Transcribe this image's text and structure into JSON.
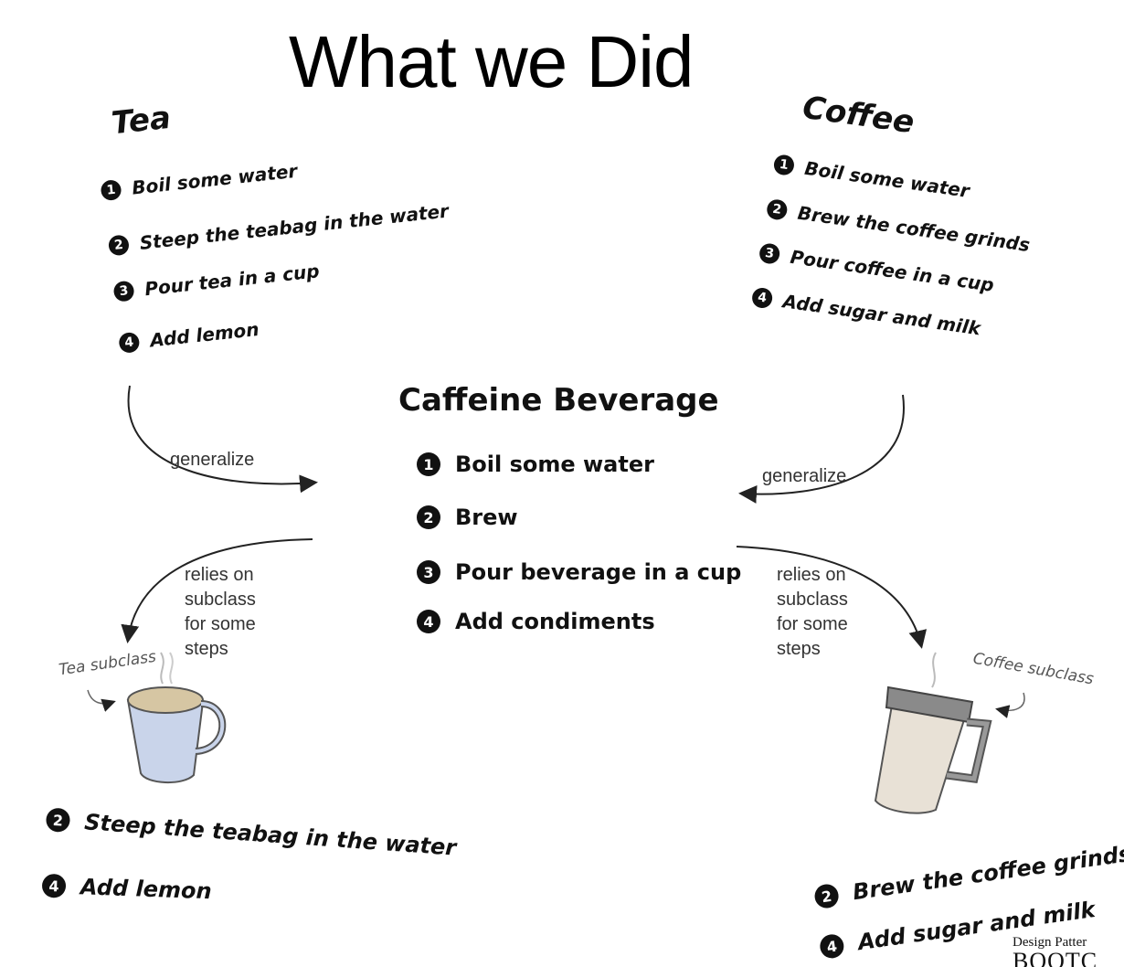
{
  "title": "What we Did",
  "tea": {
    "heading": "Tea",
    "steps": [
      {
        "num": "1",
        "text": "Boil some water"
      },
      {
        "num": "2",
        "text": "Steep the teabag in the water"
      },
      {
        "num": "3",
        "text": "Pour tea in a cup"
      },
      {
        "num": "4",
        "text": "Add lemon"
      }
    ]
  },
  "coffee": {
    "heading": "Coffee",
    "steps": [
      {
        "num": "1",
        "text": "Boil some water"
      },
      {
        "num": "2",
        "text": "Brew the coffee grinds"
      },
      {
        "num": "3",
        "text": "Pour coffee in a cup"
      },
      {
        "num": "4",
        "text": "Add sugar and milk"
      }
    ]
  },
  "caffeine": {
    "heading": "Caffeine Beverage",
    "steps": [
      {
        "num": "1",
        "text": "Boil some water"
      },
      {
        "num": "2",
        "text": "Brew"
      },
      {
        "num": "3",
        "text": "Pour beverage in a cup"
      },
      {
        "num": "4",
        "text": "Add condiments"
      }
    ]
  },
  "arrows": {
    "generalize_left": "generalize",
    "generalize_right": "generalize",
    "relies_left": [
      "relies on",
      "subclass",
      "for some",
      "steps"
    ],
    "relies_right": [
      "relies on",
      "subclass",
      "for some",
      "steps"
    ]
  },
  "tea_subclass": {
    "label": "Tea subclass",
    "steps": [
      {
        "num": "2",
        "text": "Steep the teabag in the water"
      },
      {
        "num": "4",
        "text": "Add lemon"
      }
    ]
  },
  "coffee_subclass": {
    "label": "Coffee subclass",
    "steps": [
      {
        "num": "2",
        "text": "Brew the coffee grinds"
      },
      {
        "num": "4",
        "text": "Add sugar and milk"
      }
    ]
  },
  "logo": {
    "line1": "Design Patter",
    "line2": "BOOTC"
  }
}
